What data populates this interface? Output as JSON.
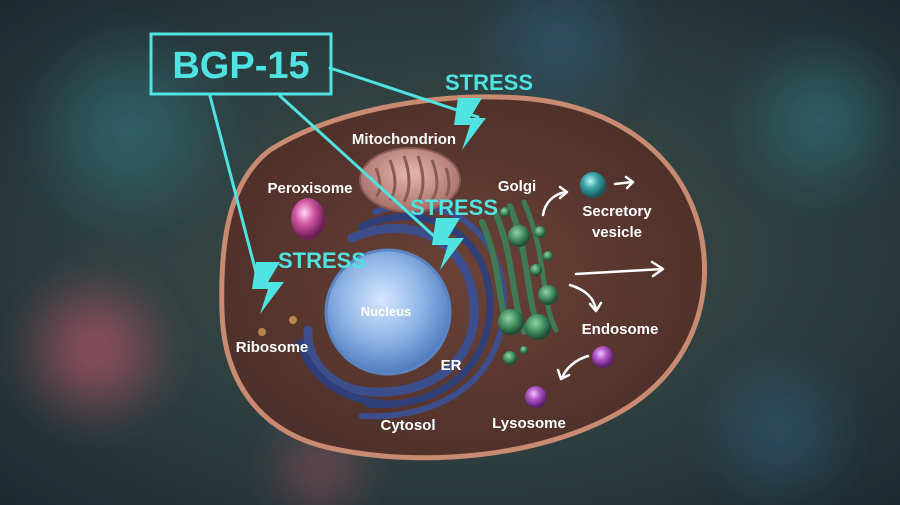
{
  "drug": {
    "name": "BGP-15"
  },
  "stress_labels": [
    "STRESS",
    "STRESS",
    "STRESS"
  ],
  "organelles": {
    "mitochondrion": "Mitochondrion",
    "peroxisome": "Peroxisome",
    "golgi": "Golgi",
    "secretory_vesicle_line1": "Secretory",
    "secretory_vesicle_line2": "vesicle",
    "nucleus": "Nucleus",
    "ribosome": "Ribosome",
    "er": "ER",
    "endosome": "Endosome",
    "cytosol": "Cytosol",
    "lysosome": "Lysosome"
  },
  "colors": {
    "accent": "#4fe3e1",
    "cell_fill": "#5a3a32",
    "cell_membrane": "#c98a72",
    "nucleus": "#7fa8dc",
    "er": "#3c4e8c",
    "golgi": "#3f7a56"
  }
}
